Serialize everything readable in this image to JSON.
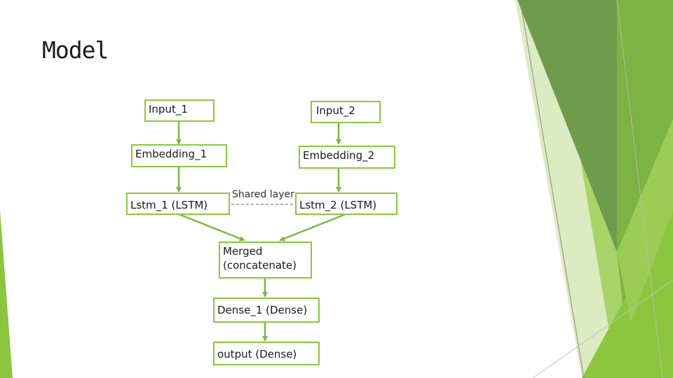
{
  "slide": {
    "title": "Model"
  },
  "diagram": {
    "nodes": {
      "input_1": "Input_1",
      "input_2": "Input_2",
      "embedding_1": "Embedding_1",
      "embedding_2": "Embedding_2",
      "lstm_1": "Lstm_1 (LSTM)",
      "lstm_2": "Lstm_2 (LSTM)",
      "merged": "Merged\n(concatenate)",
      "dense_1": "Dense_1 (Dense)",
      "output": "output (Dense)"
    },
    "shared_label": "Shared layer"
  },
  "colors": {
    "accent": "#8cc63e",
    "connector": "#7ab648"
  }
}
